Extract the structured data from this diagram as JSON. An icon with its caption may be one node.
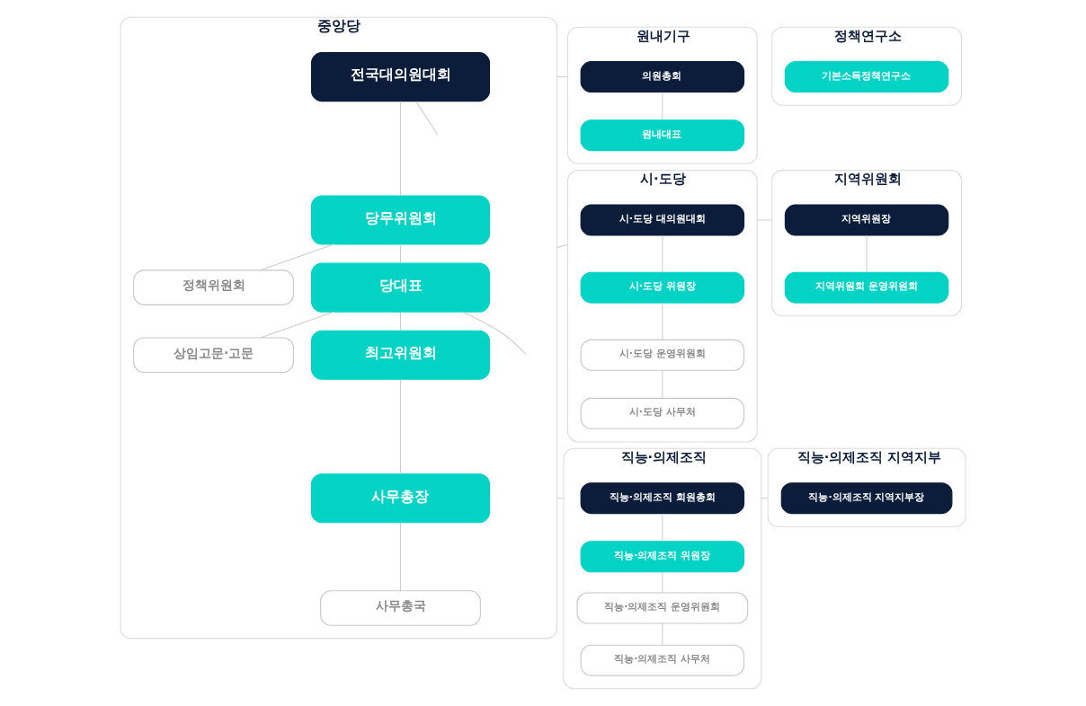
{
  "diagram": {
    "nodes": [
      {
        "text": [
          "중앙당"
        ]
      },
      {
        "text": [
          "전국대의원대회"
        ],
        "in": 0
      },
      {
        "text": [
          "당무위원회"
        ],
        "in": 0
      },
      {
        "text": [
          "정책위원회"
        ],
        "in": 0
      },
      {
        "text": [
          "당대표"
        ],
        "in": 0
      },
      {
        "text": [
          "상임고문·고문"
        ],
        "in": 0
      },
      {
        "text": [
          "최고위원회"
        ],
        "in": 0
      },
      {
        "text": [
          "사무총장"
        ],
        "in": 0
      },
      {
        "text": [
          "사무총국"
        ],
        "in": 0
      },
      {
        "text": [
          "원내기구"
        ]
      },
      {
        "text": [
          "의원총회"
        ],
        "in": 9
      },
      {
        "text": [
          "원내대표"
        ],
        "in": 9
      },
      {
        "text": [
          "정책연구소"
        ]
      },
      {
        "text": [
          "기본소득정책연구소"
        ],
        "in": 12
      },
      {
        "text": [
          "시·도당"
        ]
      },
      {
        "text": [
          "시·도당 대의원대회"
        ],
        "in": 14
      },
      {
        "text": [
          "시·도당 위원장"
        ],
        "in": 14
      },
      {
        "text": [
          "시·도당 운영위원회"
        ],
        "in": 14
      },
      {
        "text": [
          "시·도당 사무처"
        ],
        "in": 14
      },
      {
        "text": [
          "지역위원회"
        ]
      },
      {
        "text": [
          "지역위원장"
        ],
        "in": 19
      },
      {
        "text": [
          "지역위원회 운영위원회"
        ],
        "in": 19
      },
      {
        "text": [
          "직능·의제조직"
        ]
      },
      {
        "text": [
          "직능·의제조직 회원총회"
        ],
        "in": 22
      },
      {
        "text": [
          "직능·의제조직 위원장"
        ],
        "in": 22
      },
      {
        "text": [
          "직능·의제조직 운영위원회"
        ],
        "in": 22
      },
      {
        "text": [
          "직능·의제조직 사무처"
        ],
        "in": 22
      },
      {
        "text": [
          "직능·의제조직 지역지부"
        ]
      },
      {
        "text": [
          "직능·의제조직 지역지부장"
        ],
        "in": 27
      }
    ],
    "edges": [
      {
        "from": 1,
        "to": 2,
        "arrow": "none"
      },
      {
        "from": 1,
        "to": null,
        "arrow": "none"
      },
      {
        "from": 2,
        "to": 3,
        "arrow": "none"
      },
      {
        "from": 2,
        "to": 4,
        "arrow": "none"
      },
      {
        "from": 4,
        "to": 6,
        "arrow": "none"
      },
      {
        "from": 4,
        "to": 5,
        "arrow": "none"
      },
      {
        "from": 4,
        "to": null,
        "arrow": "none"
      },
      {
        "from": 6,
        "to": 7,
        "arrow": "none"
      },
      {
        "from": 7,
        "to": 8,
        "arrow": "none"
      },
      {
        "from": 0,
        "to": 9,
        "arrow": "none"
      },
      {
        "from": 10,
        "to": 11,
        "arrow": "none"
      },
      {
        "from": 0,
        "to": 14,
        "arrow": "none"
      },
      {
        "from": 15,
        "to": 16,
        "arrow": "none"
      },
      {
        "from": 16,
        "to": 17,
        "arrow": "none"
      },
      {
        "from": 17,
        "to": 18,
        "arrow": "none"
      },
      {
        "from": 14,
        "to": 19,
        "arrow": "none"
      },
      {
        "from": 20,
        "to": 21,
        "arrow": "none"
      },
      {
        "from": 0,
        "to": 22,
        "arrow": "none"
      },
      {
        "from": 23,
        "to": 24,
        "arrow": "none"
      },
      {
        "from": 24,
        "to": 25,
        "arrow": "none"
      },
      {
        "from": 25,
        "to": 26,
        "arrow": "none"
      },
      {
        "from": 22,
        "to": 27,
        "arrow": "none"
      }
    ]
  }
}
